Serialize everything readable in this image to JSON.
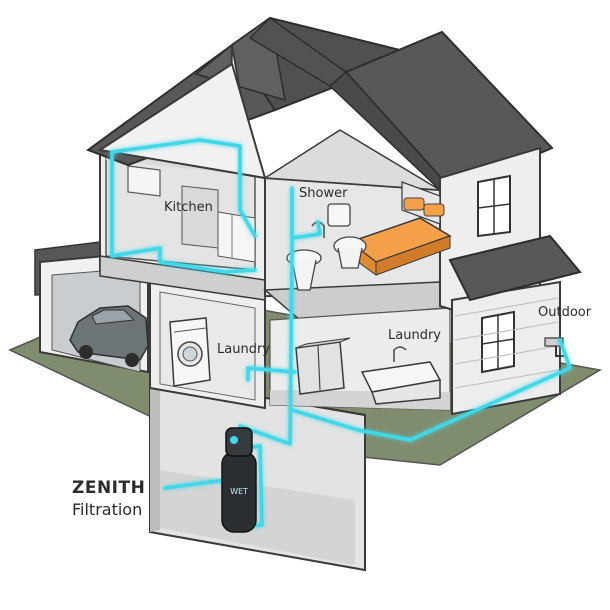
{
  "rooms": {
    "kitchen": "Kitchen",
    "shower": "Shower",
    "laundry_left": "Laundry",
    "laundry_right": "Laundry",
    "outdoor": "Outdoor"
  },
  "brand": {
    "name": "ZENITH",
    "subtitle": "Filtration"
  },
  "tank_label": "WET",
  "colors": {
    "pipe": "#3fd8e8",
    "roof": "#565656",
    "wall_light": "#efefef",
    "wall_shade": "#d6d6d6",
    "ground": "#7f8c6d",
    "bed": "#f4a048"
  },
  "icons": [
    "car-icon",
    "washer-icon",
    "toilet-icon",
    "bed-icon",
    "sink-icon",
    "faucet-icon",
    "filter-tank-icon",
    "window-icon"
  ]
}
